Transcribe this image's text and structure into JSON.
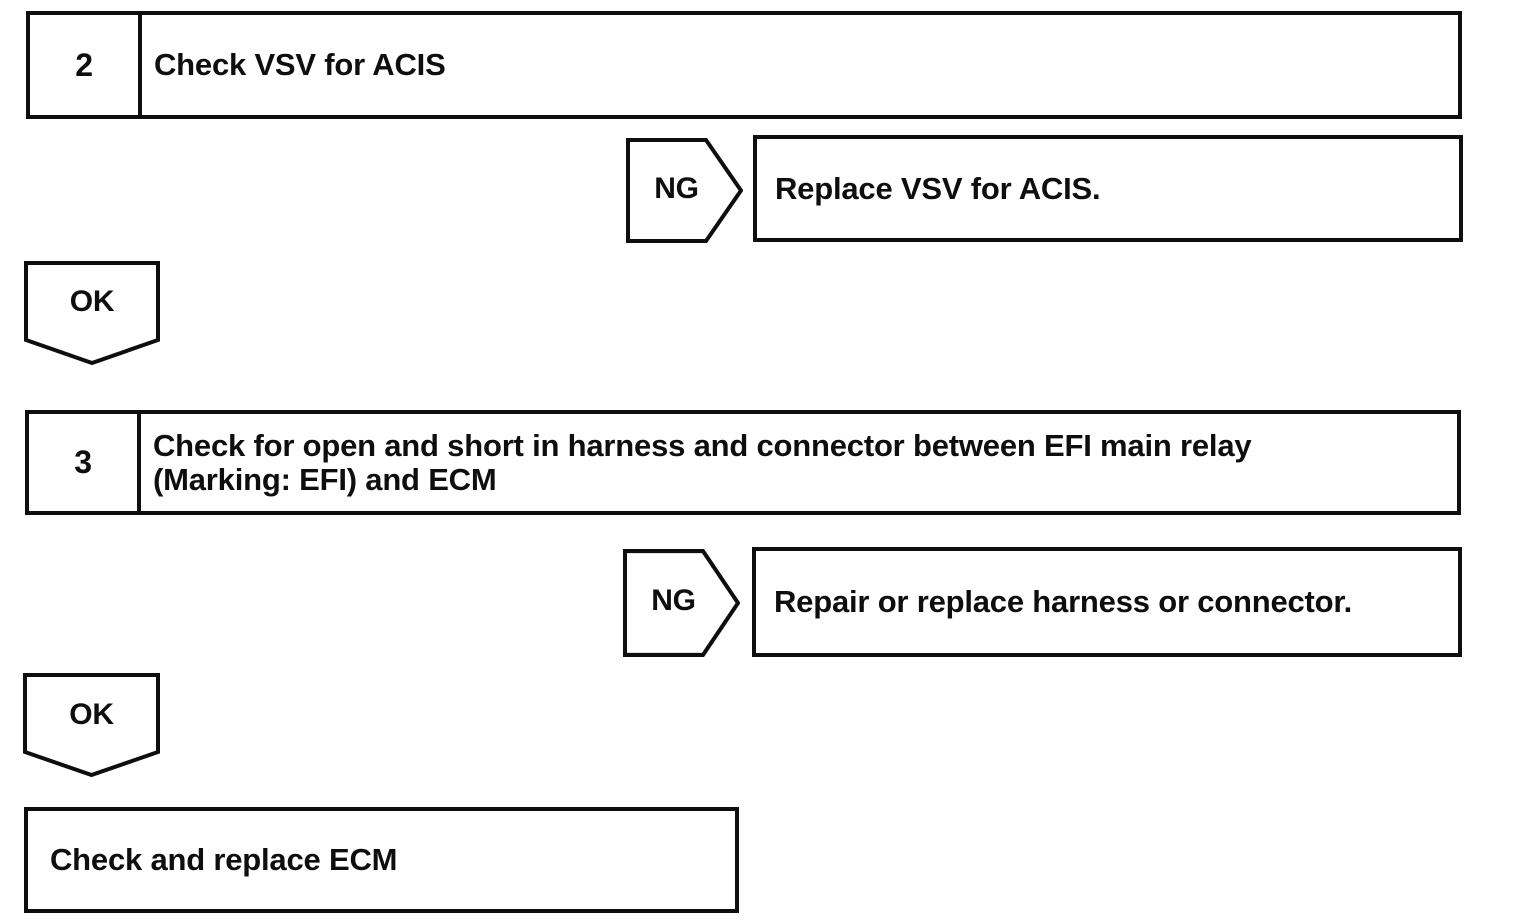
{
  "flowchart": {
    "background_color": "#ffffff",
    "line_color": "#0e0e0e",
    "steps": [
      {
        "number": "2",
        "title": "Check VSV for ACIS",
        "title_lines": [
          "Check VSV for ACIS"
        ],
        "ng": {
          "label": "NG",
          "result": "Replace VSV for ACIS."
        },
        "ok": {
          "label": "OK"
        }
      },
      {
        "number": "3",
        "title": "Check for open and short in harness and connector between EFI main relay (Marking: EFI) and ECM",
        "title_lines": [
          "Check for open and short in harness and connector between EFI main relay",
          "(Marking: EFI) and ECM"
        ],
        "ng": {
          "label": "NG",
          "result": "Repair or replace harness or connector."
        },
        "ok": {
          "label": "OK"
        }
      }
    ],
    "final_action": "Check and replace ECM"
  }
}
